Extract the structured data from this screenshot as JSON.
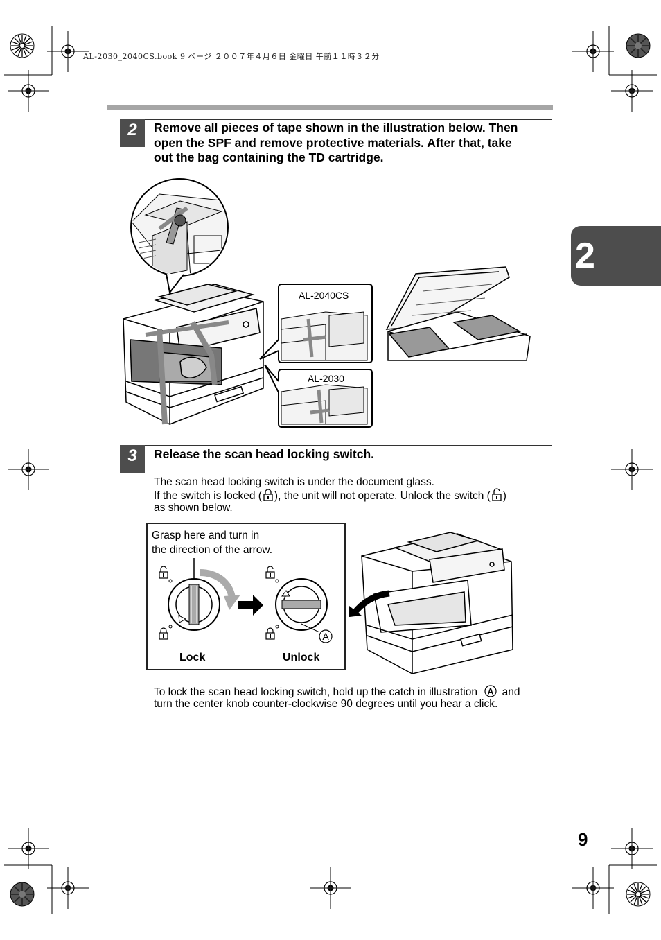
{
  "header_meta": "AL-2030_2040CS.book  9 ページ  ２００７年４月６日  金曜日  午前１１時３２分",
  "chapter_tab": "2",
  "page_number": "9",
  "step2": {
    "number": "2",
    "title_lines": [
      "Remove all pieces of tape shown in the illustration below. Then",
      "open the SPF and remove protective materials. After that, take",
      "out the bag containing the TD cartridge."
    ],
    "label_al2040cs": "AL-2040CS",
    "label_al2030": "AL-2030"
  },
  "step3": {
    "number": "3",
    "title": "Release the scan head locking switch.",
    "body_line1": "The scan head locking switch is under the document glass.",
    "body_line2_a": "If the switch is locked (",
    "body_line2_b": "), the unit will not operate. Unlock the switch (",
    "body_line2_c": ")",
    "body_line3": "as shown below.",
    "grasp_line1": "Grasp here and turn in",
    "grasp_line2": "the direction of the arrow.",
    "lock_label": "Lock",
    "unlock_label": "Unlock",
    "callout_letter": "A",
    "footer_line1_a": "To lock the scan head locking switch, hold up the catch in illustration",
    "footer_line1_b": "and",
    "footer_line2": "turn the center knob counter-clockwise 90 degrees until you hear a click.",
    "icons": [
      "unlocked-padlock-icon",
      "locked-padlock-icon",
      "circled-a-icon"
    ]
  },
  "colors": {
    "step_badge": "#4d4d4d",
    "top_bar": "#a6a6a6",
    "chapter_tab": "#4d4d4d"
  }
}
